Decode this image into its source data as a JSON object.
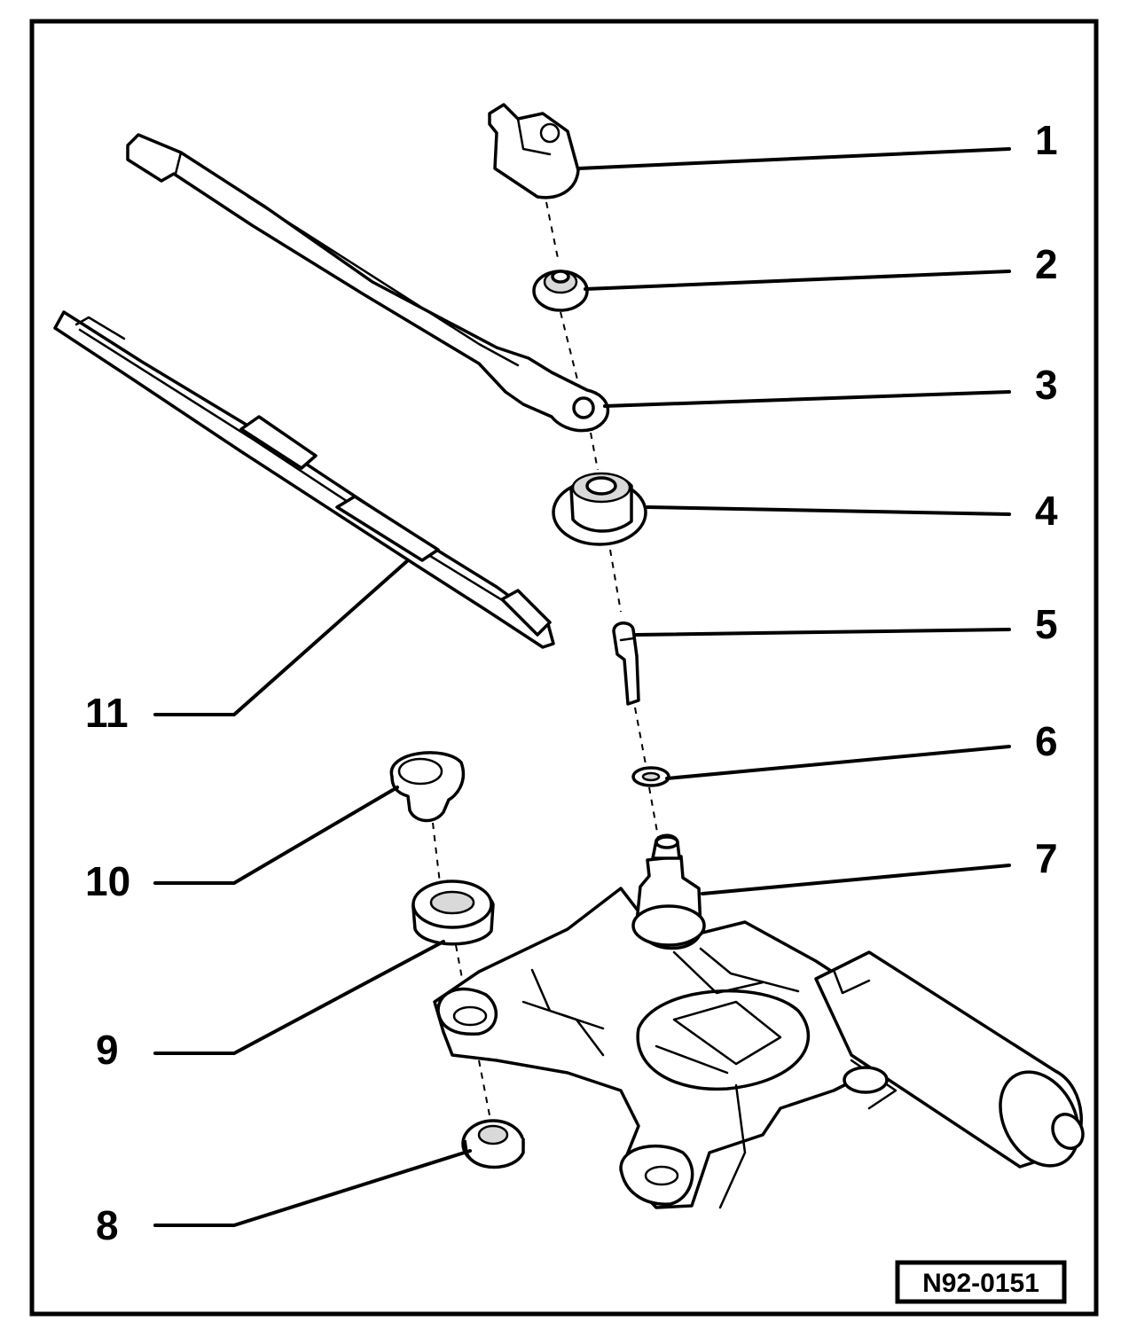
{
  "diagram": {
    "reference_code": "N92-0151",
    "callouts": [
      "1",
      "2",
      "3",
      "4",
      "5",
      "6",
      "7",
      "8",
      "9",
      "10",
      "11"
    ]
  }
}
